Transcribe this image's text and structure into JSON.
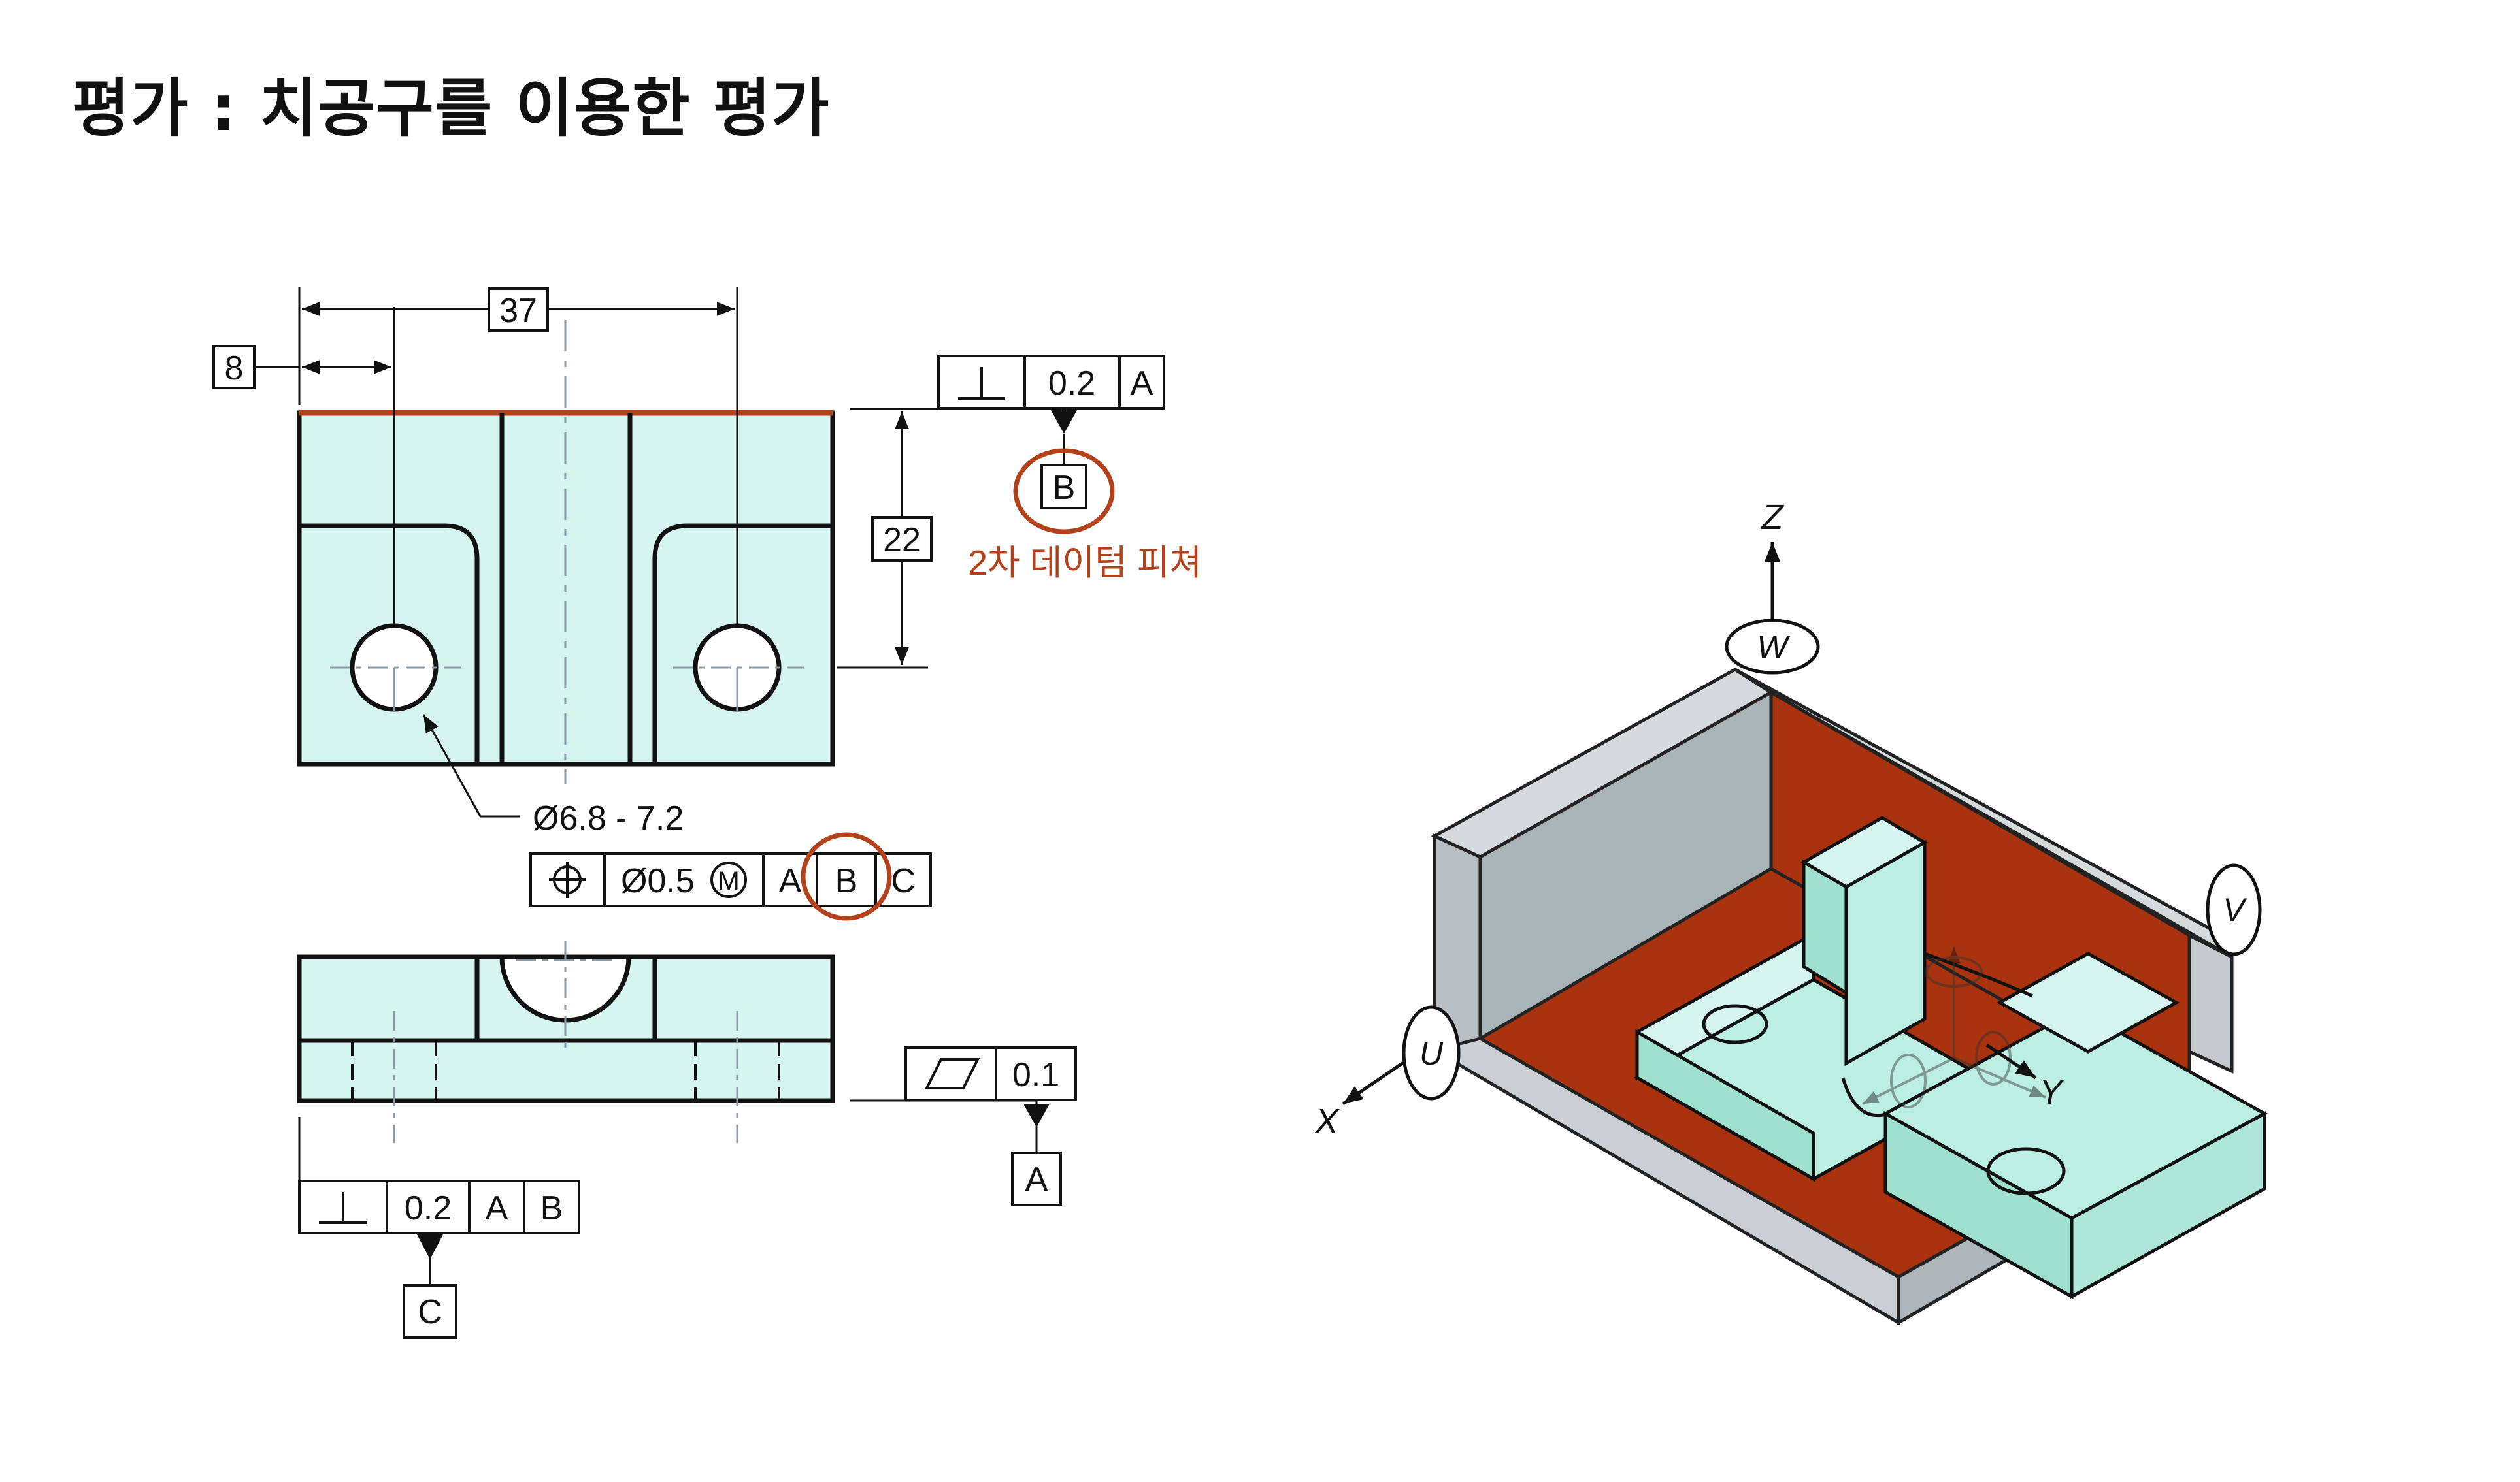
{
  "title": "평가 : 치공구를 이용한 평가",
  "annotations": {
    "secondary_datum_note": "2차 데이텀 피쳐"
  },
  "dimensions": {
    "width": "37",
    "offset": "8",
    "height": "22",
    "hole_diameter": "Ø6.8 - 7.2"
  },
  "frames": {
    "perp_top": {
      "tolerance": "0.2",
      "datum1": "A"
    },
    "datum_b_label": "B",
    "position": {
      "tolerance": "Ø0.5",
      "modifier": "M",
      "datum1": "A",
      "datum2": "B",
      "datum3": "C"
    },
    "flatness": {
      "tolerance": "0.1"
    },
    "datum_a_label": "A",
    "perp_bottom": {
      "tolerance": "0.2",
      "datum1": "A",
      "datum2": "B"
    },
    "datum_c_label": "C"
  },
  "axes": {
    "z": "Z",
    "x": "X",
    "y": "Y",
    "w": "W",
    "v": "V",
    "u": "U"
  },
  "colors": {
    "part_fill": "#d6f5ee",
    "part_face_dark": "#9fe0cf",
    "part_face_mid": "#bdeee2",
    "fixture_red": "#a8330e",
    "fixture_gray": "#c9cfd2",
    "accent_red": "#b3411c"
  }
}
